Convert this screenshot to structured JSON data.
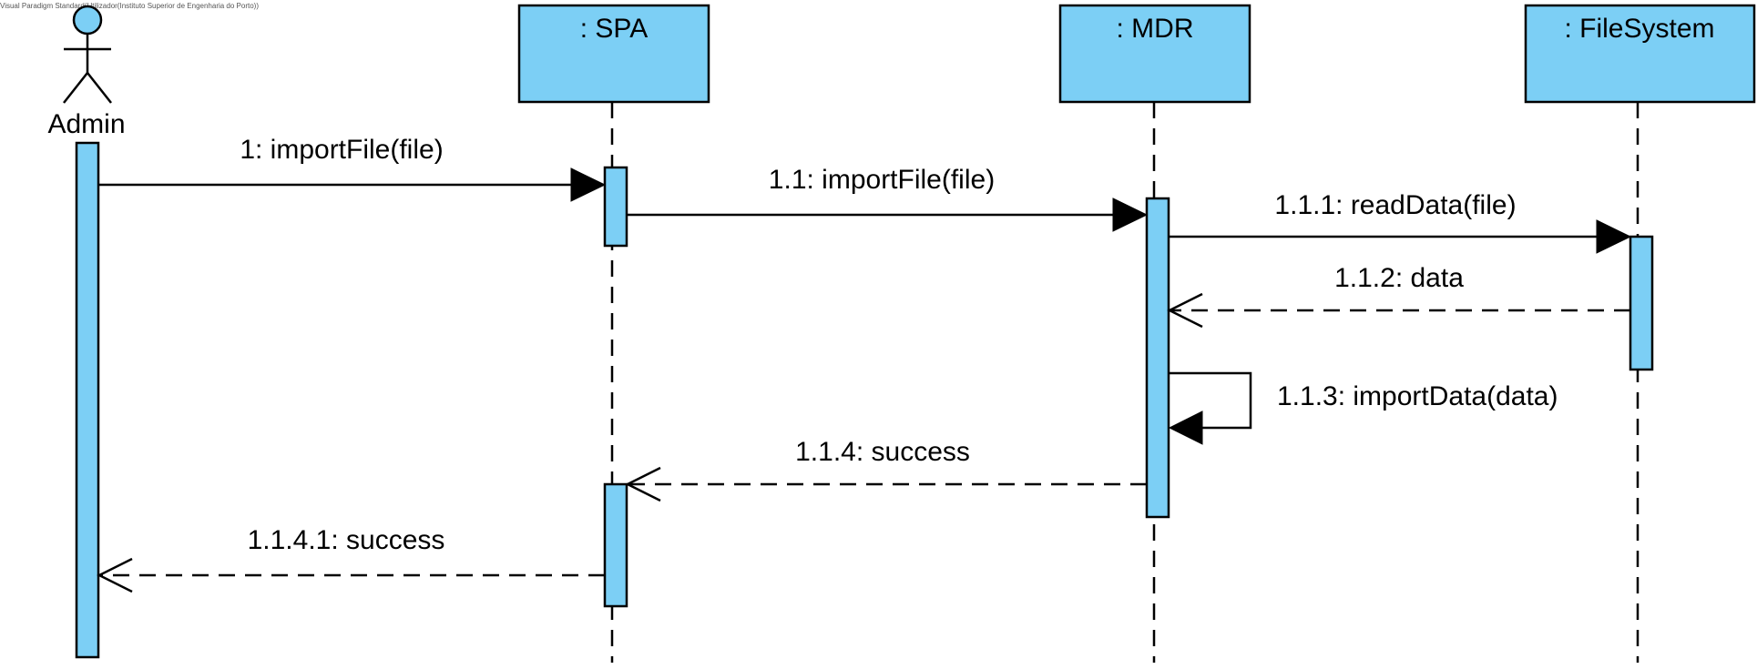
{
  "watermark": "Visual Paradigm Standard(Utilizador(Instituto Superior de Engenharia do Porto))",
  "colors": {
    "fill": "#7ccff5",
    "stroke": "#000000",
    "background": "#ffffff"
  },
  "actor": {
    "name": "Admin",
    "icon": "stick-figure-icon"
  },
  "lifelines": [
    {
      "name": ": SPA"
    },
    {
      "name": ": MDR"
    },
    {
      "name": ": FileSystem"
    }
  ],
  "messages": [
    {
      "label": "1: importFile(file)",
      "kind": "synchronous",
      "from": "Admin",
      "to": ": SPA"
    },
    {
      "label": "1.1: importFile(file)",
      "kind": "synchronous",
      "from": ": SPA",
      "to": ": MDR"
    },
    {
      "label": "1.1.1: readData(file)",
      "kind": "synchronous",
      "from": ": MDR",
      "to": ": FileSystem"
    },
    {
      "label": "1.1.2: data",
      "kind": "return",
      "from": ": FileSystem",
      "to": ": MDR"
    },
    {
      "label": "1.1.3: importData(data)",
      "kind": "self",
      "from": ": MDR",
      "to": ": MDR"
    },
    {
      "label": "1.1.4: success",
      "kind": "return",
      "from": ": MDR",
      "to": ": SPA"
    },
    {
      "label": "1.1.4.1: success",
      "kind": "return",
      "from": ": SPA",
      "to": "Admin"
    }
  ]
}
